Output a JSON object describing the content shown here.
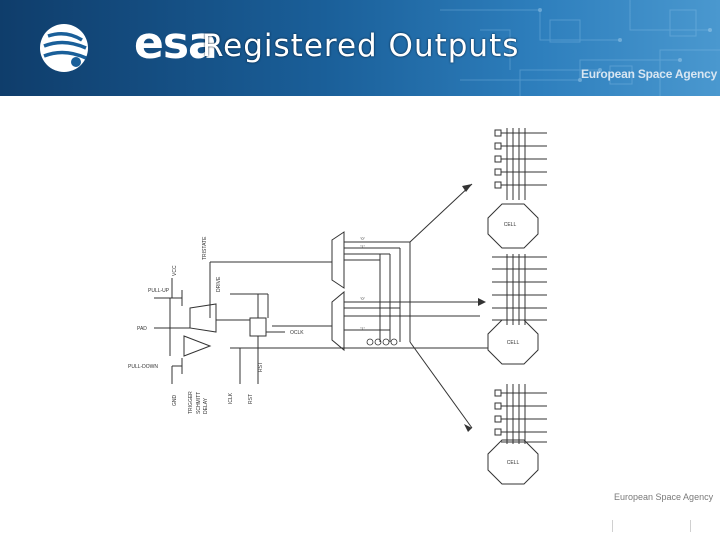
{
  "header": {
    "logo_word": "esa",
    "title": "Registered Outputs",
    "agency": "European Space Agency"
  },
  "diagram": {
    "labels": {
      "vcc": "VCC",
      "pull_up": "PULL-UP",
      "drive": "DRIVE",
      "tristate": "TRISTATE",
      "pad": "PAD",
      "oclk": "OCLK",
      "pull_down": "PULL-DOWN",
      "gnd": "GND",
      "trigger": "TRIGGER",
      "schmitt": "SCHMITT",
      "delay": "DELAY",
      "iclk": "ICLK",
      "rst": "RST",
      "cell_top": "CELL",
      "cell_mid": "CELL",
      "cell_bot": "CELL",
      "mux_top_0": "\"0\"",
      "mux_top_1": "\"1\"",
      "mux_mid_0": "\"0\"",
      "mux_mid_1": "\"1\""
    }
  },
  "footer": {
    "agency": "European Space Agency"
  }
}
